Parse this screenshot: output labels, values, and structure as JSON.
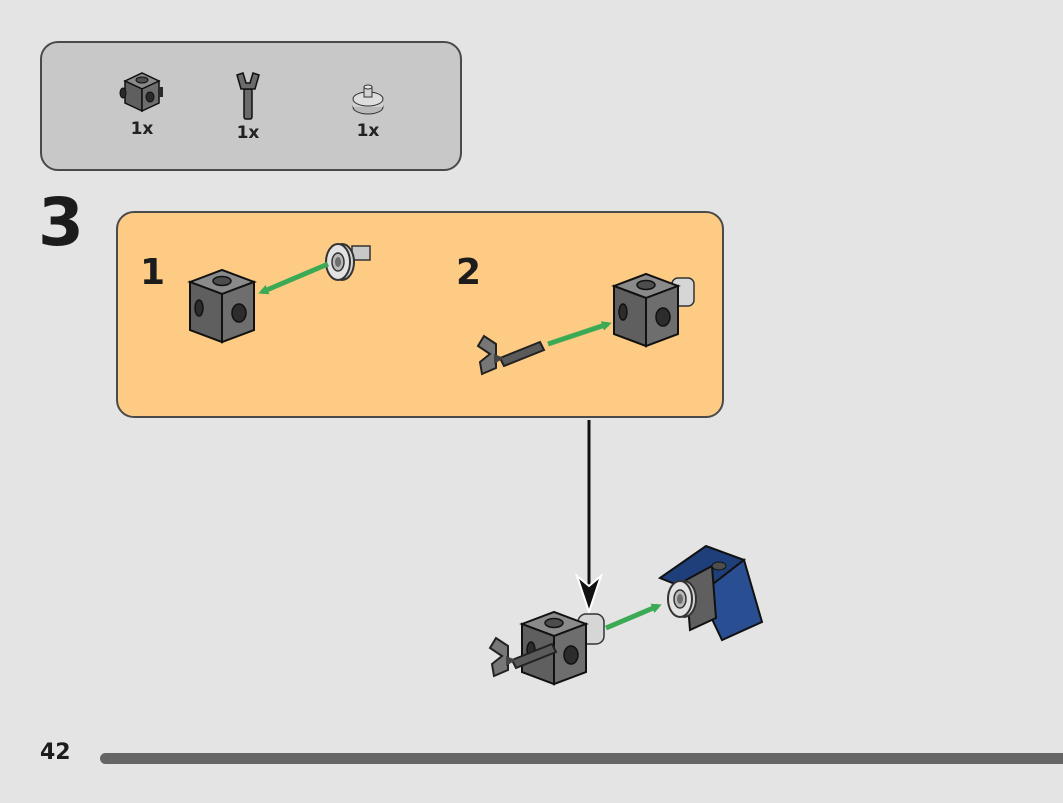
{
  "parts_list": {
    "items": [
      {
        "icon": "brick-1x1-studs-on-sides-icon",
        "qty": "1x",
        "color": "#6b6b6b"
      },
      {
        "icon": "bar-with-clip-icon",
        "qty": "1x",
        "color": "#6b6b6b"
      },
      {
        "icon": "round-plate-with-pin-icon",
        "qty": "1x",
        "color": "#c9c9c9"
      }
    ]
  },
  "step": {
    "number": "3",
    "substeps": [
      {
        "label": "1"
      },
      {
        "label": "2"
      }
    ]
  },
  "footer": {
    "page_number": "42",
    "progress": 1.0
  },
  "colors": {
    "panel": "#fecb84",
    "parts_box": "#c8c8c8",
    "arrow": "#3caa55",
    "dark_bluish_gray": "#6b6b6b",
    "light_gray": "#c9c9c9",
    "dark_blue": "#1f3f7a"
  }
}
